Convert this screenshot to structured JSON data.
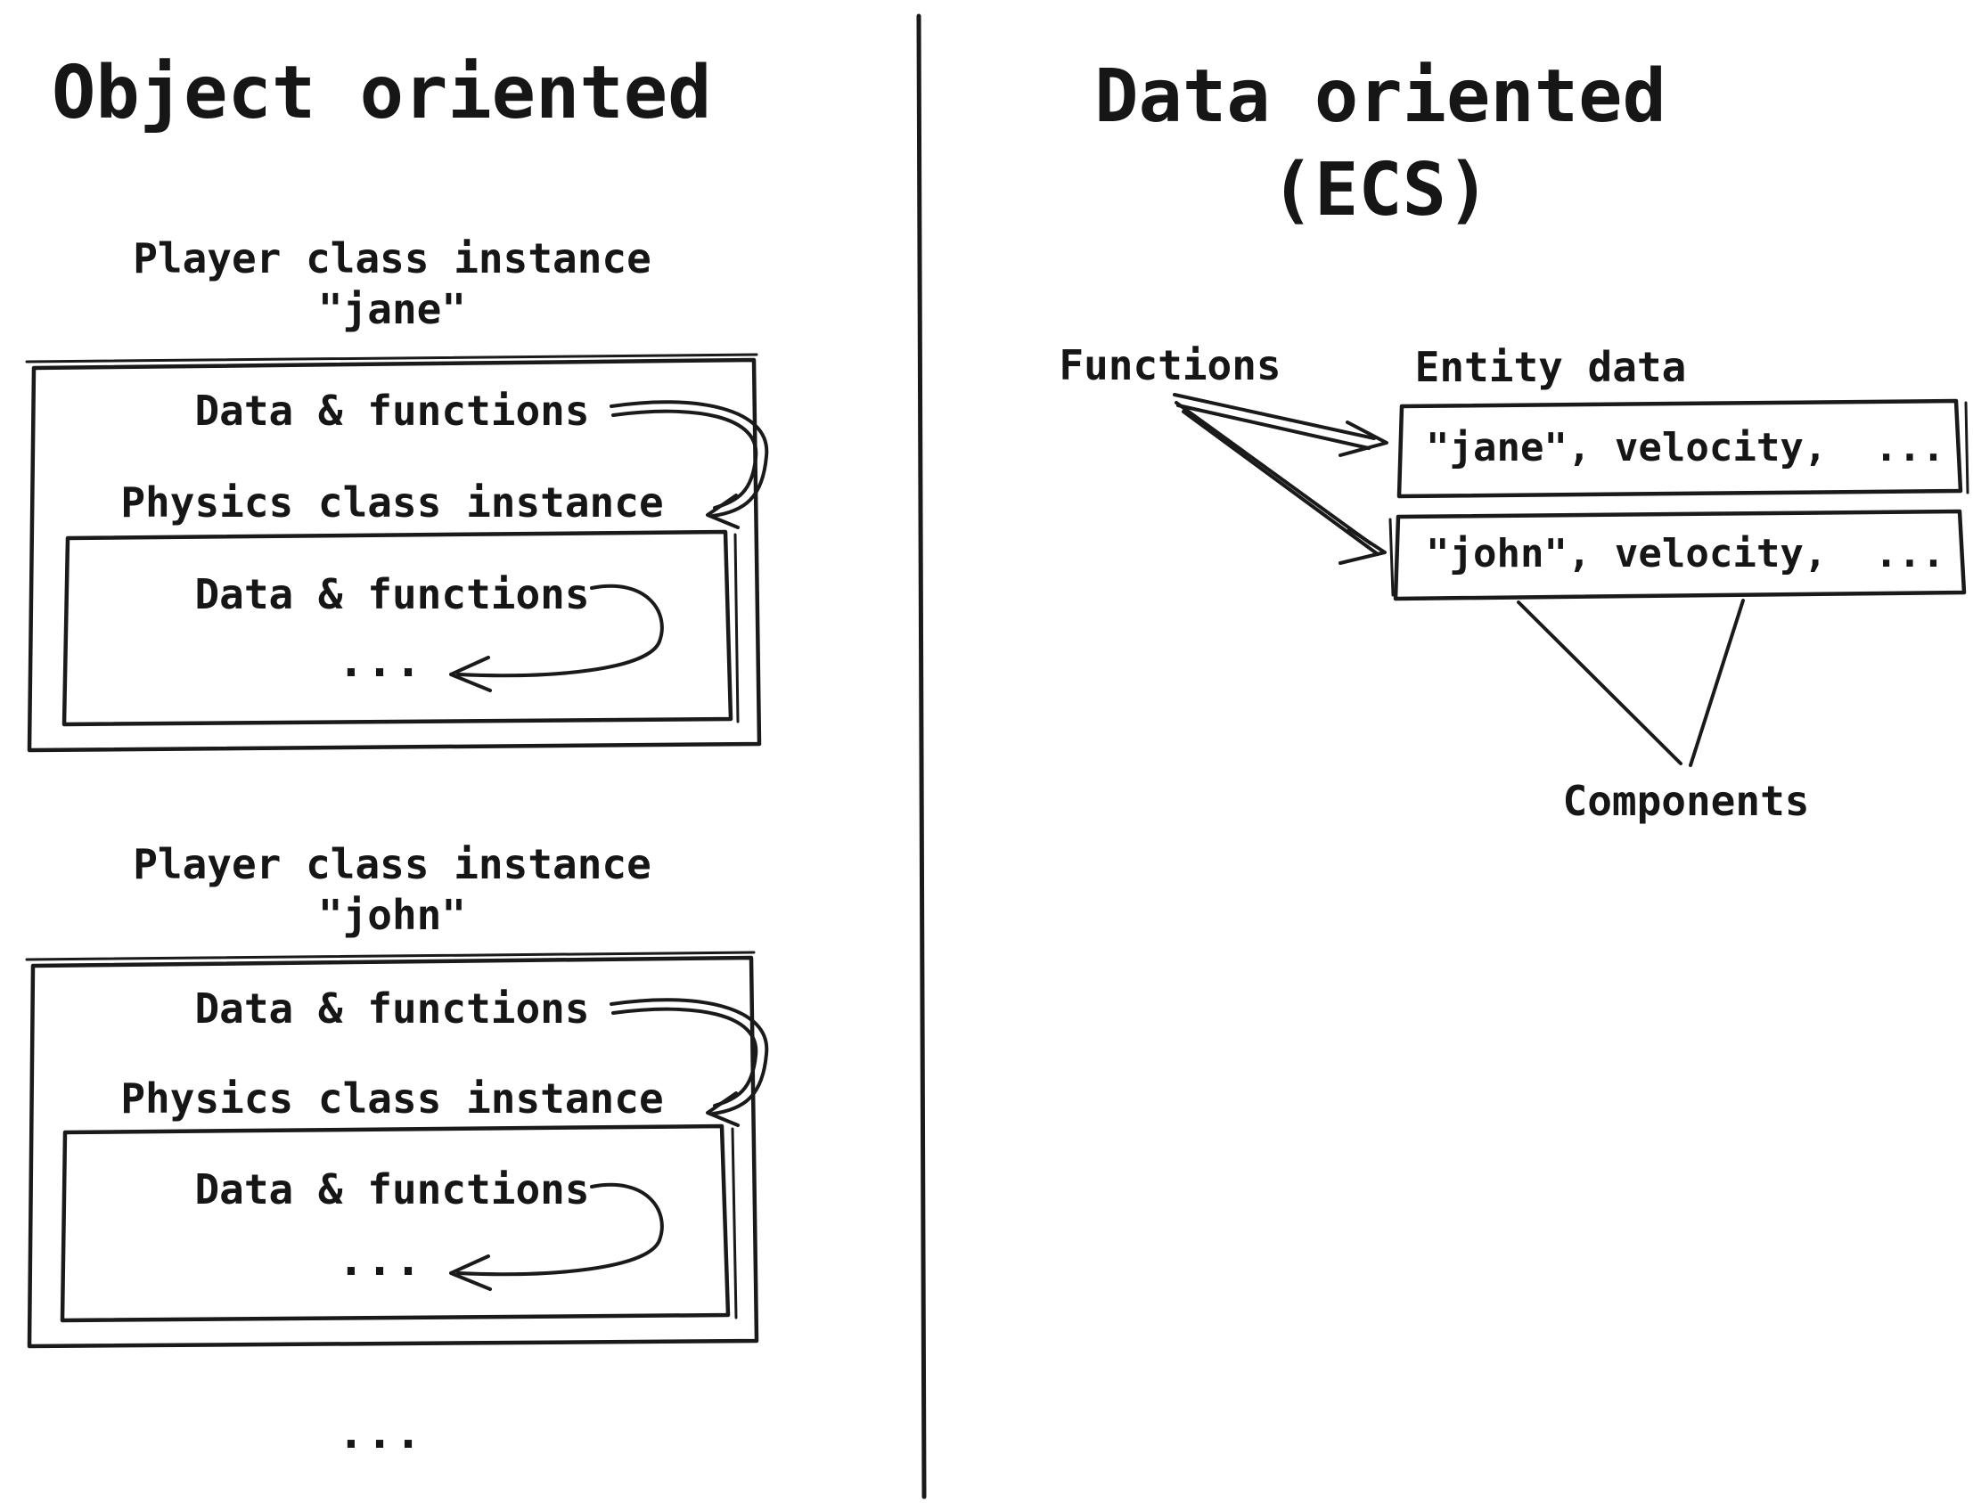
{
  "left": {
    "title": "Object oriented",
    "groups": [
      {
        "heading": "Player class instance",
        "instance_name": "\"jane\"",
        "data_functions_label": "Data & functions",
        "physics_heading": "Physics class instance",
        "inner_data_functions_label": "Data & functions",
        "ellipsis": "..."
      },
      {
        "heading": "Player class instance",
        "instance_name": "\"john\"",
        "data_functions_label": "Data & functions",
        "physics_heading": "Physics class instance",
        "inner_data_functions_label": "Data & functions",
        "ellipsis": "..."
      }
    ],
    "more_ellipsis": "..."
  },
  "right": {
    "title": "Data oriented",
    "title_suffix": "(ECS)",
    "functions_label": "Functions",
    "entity_data_label": "Entity data",
    "entities": [
      {
        "row_text": "\"jane\", velocity,  ..."
      },
      {
        "row_text": "\"john\", velocity,  ..."
      }
    ],
    "components_label": "Components"
  },
  "colors": {
    "ink": "#1a1a1a",
    "background": "#ffffff"
  }
}
